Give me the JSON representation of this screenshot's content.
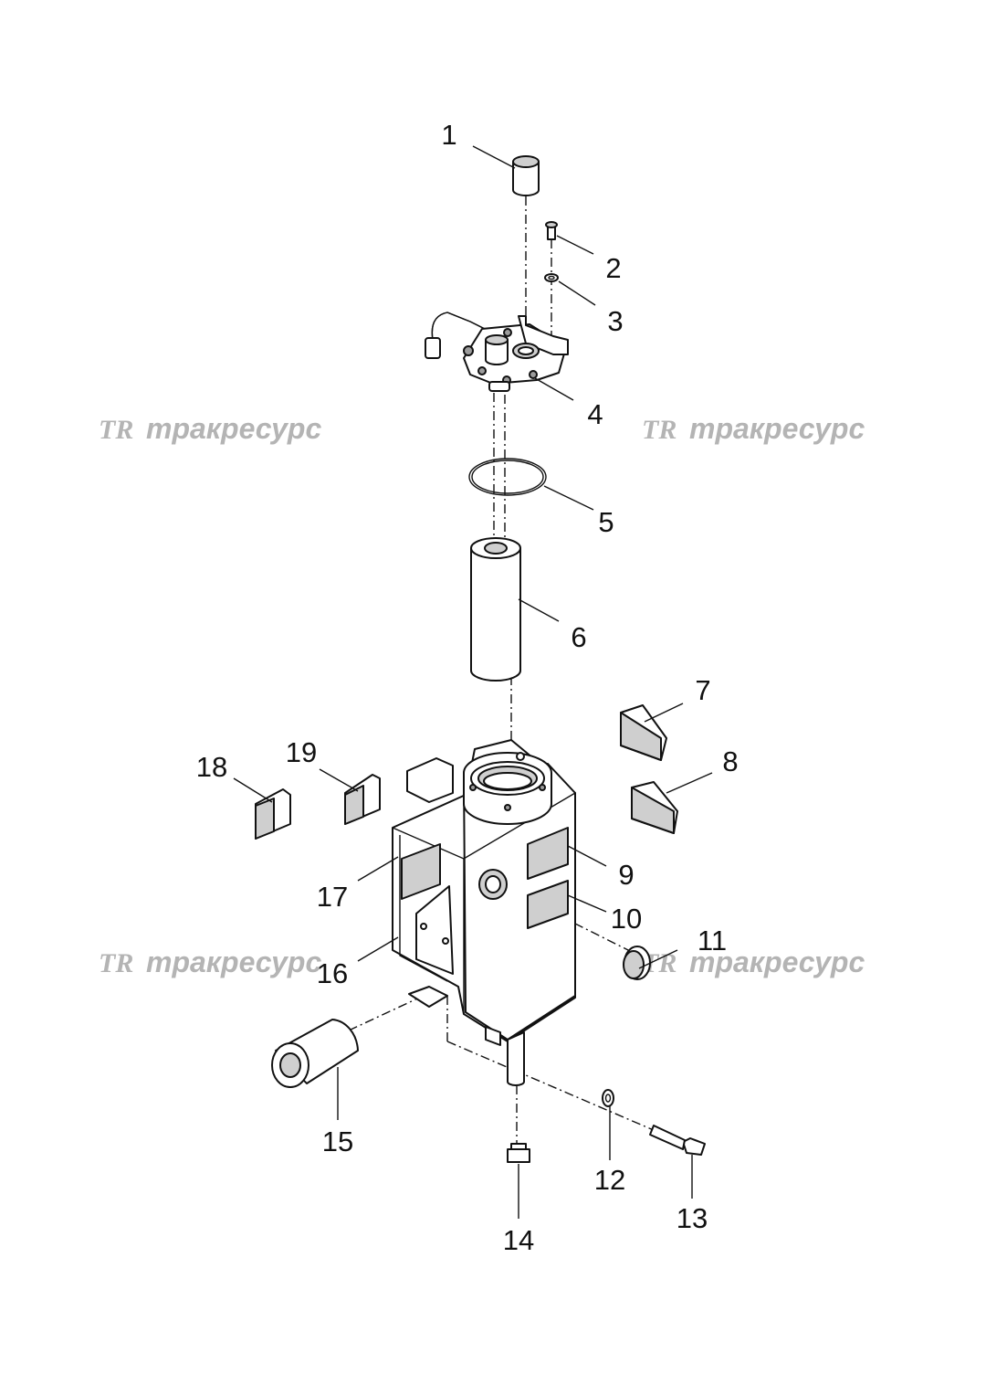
{
  "watermark": {
    "logo": "TR",
    "text": "тракресурс"
  },
  "callouts": [
    "1",
    "2",
    "3",
    "4",
    "5",
    "6",
    "7",
    "8",
    "9",
    "10",
    "11",
    "12",
    "13",
    "14",
    "15",
    "16",
    "17",
    "18",
    "19"
  ]
}
